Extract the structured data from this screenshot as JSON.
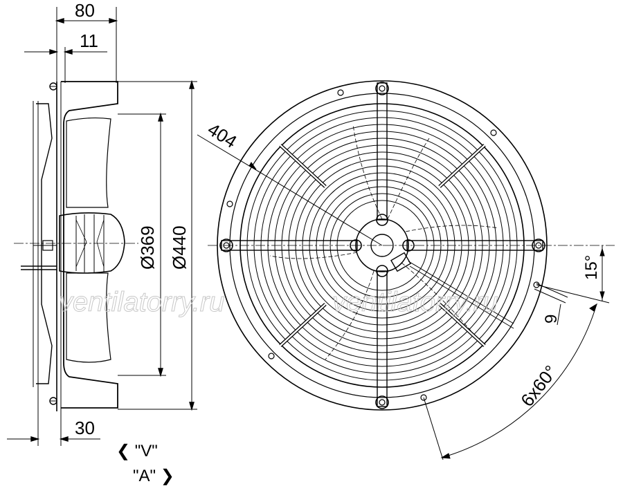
{
  "dimensions": {
    "depth_total": "80",
    "flange_offset": "11",
    "bracket_width": "30",
    "inner_diameter": "Ø369",
    "outer_diameter": "Ø440",
    "radius_404": "404",
    "angle_15": "15°",
    "slot_width": "9",
    "hole_pattern": "6x60°"
  },
  "views": {
    "view_v": "\"V\"",
    "view_a": "\"A\"",
    "arrow_left": "❮",
    "arrow_right": "❯"
  },
  "watermark": "ventilatorry.ru",
  "colors": {
    "line": "#000000",
    "watermark": "#c8c8c8"
  }
}
